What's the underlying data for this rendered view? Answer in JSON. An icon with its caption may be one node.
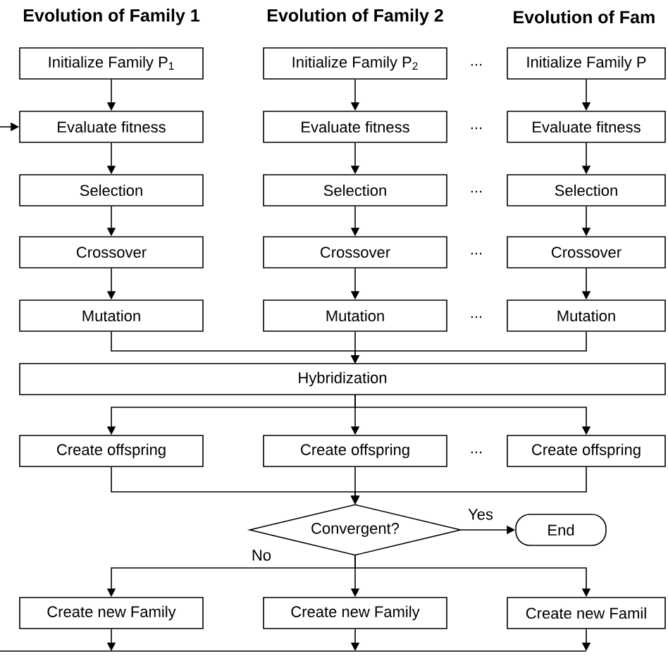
{
  "diagram": {
    "nodes": [
      {
        "text": [
          "Initialize Family P$_{1}$"
        ]
      },
      {
        "text": [
          "Initialize Family P$_{2}$"
        ]
      },
      {
        "text": [
          "Initialize Family P"
        ]
      },
      {
        "text": [
          "Evaluate fitness"
        ]
      },
      {
        "text": [
          "Evaluate fitness"
        ]
      },
      {
        "text": [
          "Evaluate fitness"
        ]
      },
      {
        "text": [
          "Selection"
        ]
      },
      {
        "text": [
          "Selection"
        ]
      },
      {
        "text": [
          "Selection"
        ]
      },
      {
        "text": [
          "Crossover"
        ]
      },
      {
        "text": [
          "Crossover"
        ]
      },
      {
        "text": [
          "Crossover"
        ]
      },
      {
        "text": [
          "Mutation"
        ]
      },
      {
        "text": [
          "Mutation"
        ]
      },
      {
        "text": [
          "Mutation"
        ]
      },
      {
        "text": [
          "Hybridization"
        ]
      },
      {
        "text": [
          "Create offspring"
        ]
      },
      {
        "text": [
          "Create offspring"
        ]
      },
      {
        "text": [
          "Create offspring"
        ]
      },
      {
        "text": [
          "Convergent?"
        ]
      },
      {
        "text": [
          "End"
        ]
      },
      {
        "text": [
          "Create new Family"
        ]
      },
      {
        "text": [
          "Create new Family"
        ]
      },
      {
        "text": [
          "Create new Famil"
        ]
      }
    ],
    "edges": [
      {
        "from": 0,
        "to": 3,
        "arrow": "to"
      },
      {
        "from": 3,
        "to": 6,
        "arrow": "to"
      },
      {
        "from": 6,
        "to": 9,
        "arrow": "to"
      },
      {
        "from": 9,
        "to": 12,
        "arrow": "to"
      },
      {
        "from": 1,
        "to": 4,
        "arrow": "to"
      },
      {
        "from": 4,
        "to": 7,
        "arrow": "to"
      },
      {
        "from": 7,
        "to": 10,
        "arrow": "to"
      },
      {
        "from": 10,
        "to": 13,
        "arrow": "to"
      },
      {
        "from": 2,
        "to": 5,
        "arrow": "to"
      },
      {
        "from": 5,
        "to": 8,
        "arrow": "to"
      },
      {
        "from": 8,
        "to": 11,
        "arrow": "to"
      },
      {
        "from": 11,
        "to": 14,
        "arrow": "to"
      },
      {
        "from": 12,
        "to": 15,
        "arrow": "to"
      },
      {
        "from": 13,
        "to": 15,
        "arrow": "to"
      },
      {
        "from": 14,
        "to": 15,
        "arrow": "to"
      },
      {
        "from": 15,
        "to": 16,
        "arrow": "to"
      },
      {
        "from": 15,
        "to": 17,
        "arrow": "to"
      },
      {
        "from": 15,
        "to": 18,
        "arrow": "to"
      },
      {
        "from": 16,
        "to": 19,
        "arrow": "to"
      },
      {
        "from": 17,
        "to": 19,
        "arrow": "to"
      },
      {
        "from": 18,
        "to": 19,
        "arrow": "to"
      },
      {
        "from": 19,
        "to": 20,
        "arrow": "to",
        "label": "Yes"
      },
      {
        "from": 19,
        "to": 21,
        "arrow": "to",
        "label": "No"
      },
      {
        "from": 19,
        "to": 22,
        "arrow": "to"
      },
      {
        "from": 19,
        "to": 23,
        "arrow": "to"
      },
      {
        "from": 21,
        "to": null,
        "arrow": "to"
      },
      {
        "from": 22,
        "to": null,
        "arrow": "to"
      },
      {
        "from": 23,
        "to": null,
        "arrow": "to"
      },
      {
        "from": null,
        "to": 3,
        "arrow": "to"
      }
    ],
    "labels": [
      "Evolution of Family 1",
      "Evolution of Family 2",
      "Evolution of Fam",
      "...",
      "...",
      "...",
      "...",
      "...",
      "..."
    ]
  }
}
